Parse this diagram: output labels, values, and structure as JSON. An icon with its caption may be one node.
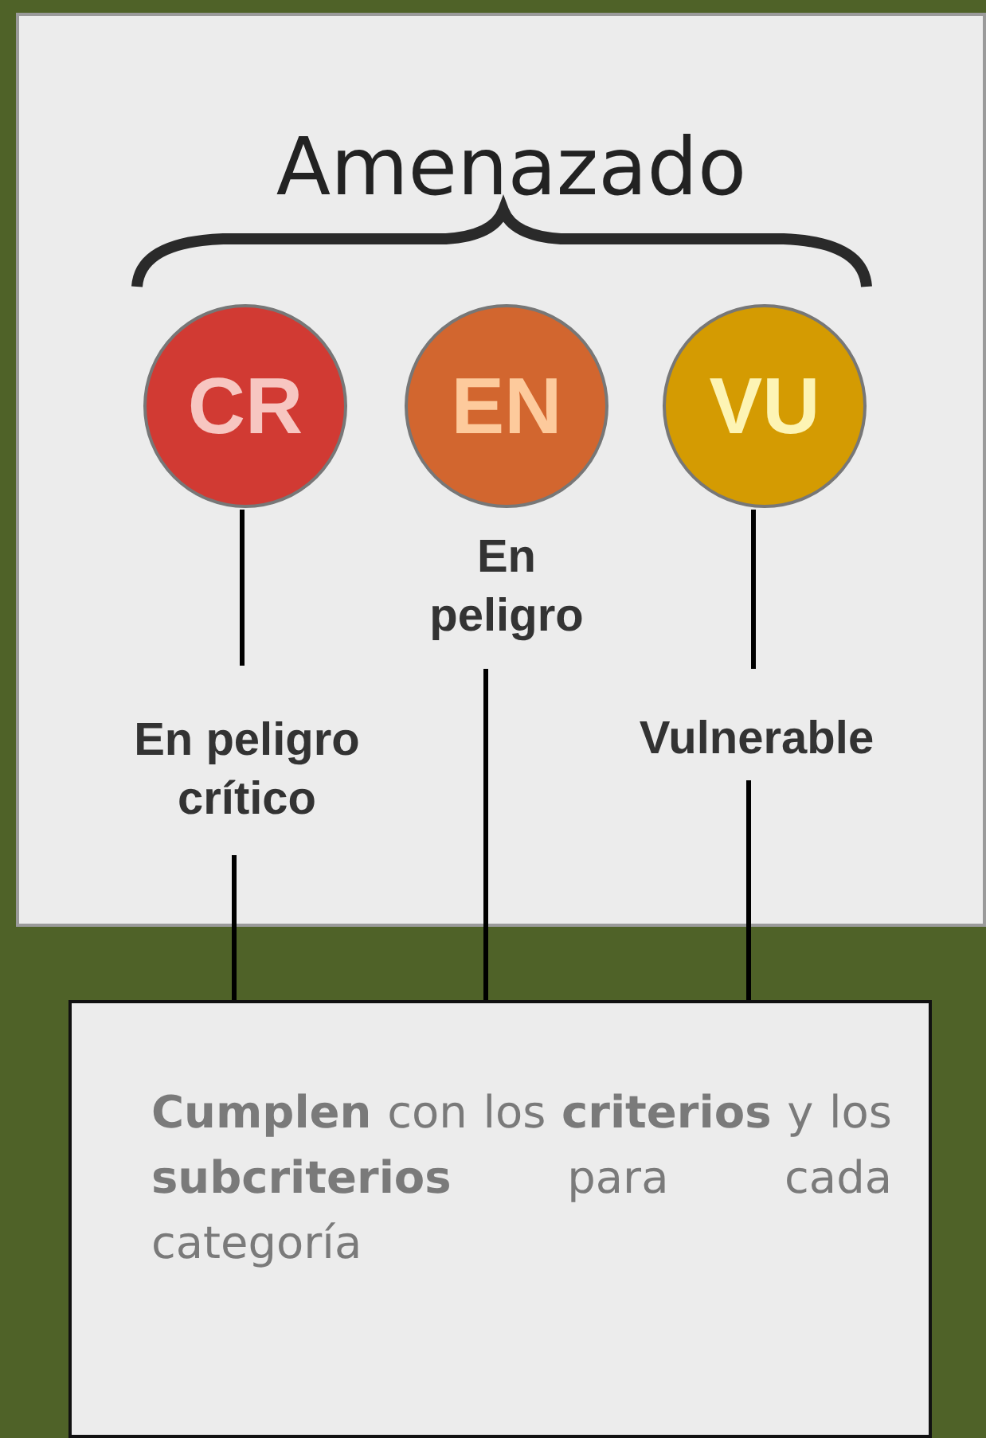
{
  "diagram": {
    "nodes": [
      {
        "text": [
          "Amenazado"
        ]
      },
      {
        "text": [
          "CR"
        ],
        "in": 0
      },
      {
        "text": [
          "EN"
        ],
        "in": 0
      },
      {
        "text": [
          "VU"
        ],
        "in": 0
      },
      {
        "text": [
          "En peligro crítico"
        ],
        "in": 0
      },
      {
        "text": [
          "En peligro"
        ],
        "in": 0
      },
      {
        "text": [
          "Vulnerable"
        ],
        "in": 0
      },
      {
        "text": [
          "**Cumplen** con los **criterios** y los **subcriterios** para cada categoría"
        ]
      }
    ],
    "edges": [
      {
        "from": 1,
        "to": 4,
        "arrow": "none"
      },
      {
        "from": 3,
        "to": 6,
        "arrow": "none"
      },
      {
        "from": 4,
        "to": 7,
        "arrow": "none"
      },
      {
        "from": 5,
        "to": 7,
        "arrow": "none"
      },
      {
        "from": 6,
        "to": 7,
        "arrow": "none"
      }
    ]
  }
}
